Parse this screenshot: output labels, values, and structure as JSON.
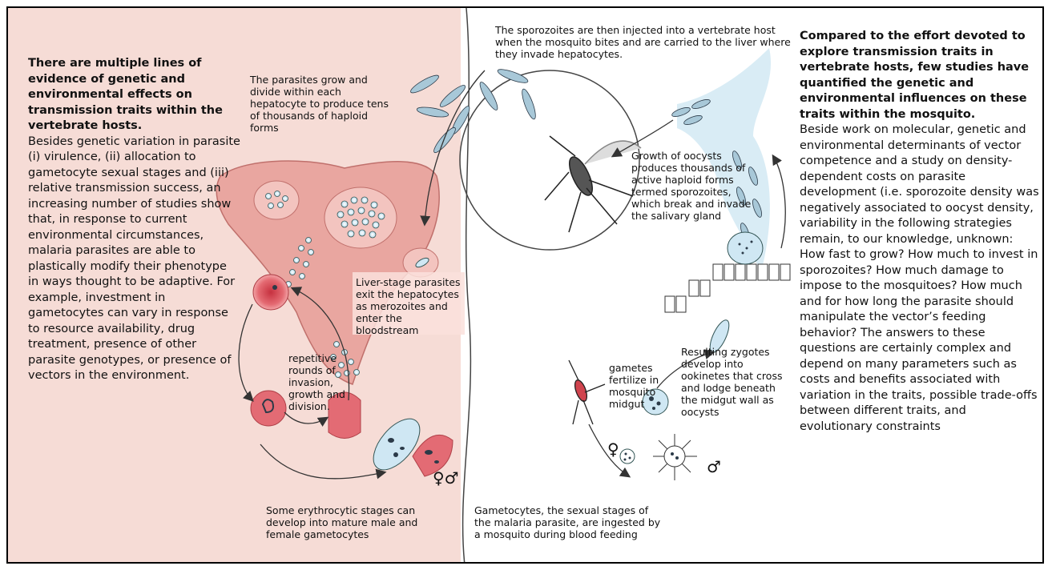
{
  "left_panel": {
    "heading": "There are multiple lines of evidence of genetic and environmental effects on transmission traits within the vertebrate hosts.",
    "body": "Besides genetic variation in parasite (i) virulence, (ii) allocation to gametocyte sexual stages and (iii) relative transmission success, an increasing number of studies show that, in response to current environmental circumstances, malaria parasites are able to plastically modify their phenotype in ways thought to be adaptive. For example, investment in gametocytes can vary in response to resource availability, drug treatment, presence of other parasite genotypes, or presence of vectors in the environment."
  },
  "right_panel": {
    "heading": "Compared to the effort devoted to explore transmission traits in vertebrate hosts, few studies have quantified the genetic and environmental influences on these traits within the mosquito.",
    "body": "Beside work on molecular, genetic and environmental determinants of vector competence and a study on density-dependent costs on parasite development (i.e. sporozoite density was negatively associated to oocyst density, variability in the following strategies remain, to our knowledge, unknown: How fast to grow? How much to invest in sporozoites? How much damage to impose to the mosquitoes? How much and for how long the parasite should manipulate the vector’s feeding behavior? The answers to these questions are certainly complex and depend on many parameters such as costs and benefits associated with variation in the traits, possible trade-offs between different traits, and evolutionary constraints"
  },
  "diagram_labels": {
    "sporozoites_injected": "The sporozoites are then injected into a vertebrate host when the mosquito bites and are carried to the liver where they invade hepatocytes.",
    "parasites_grow": "The parasites grow and divide within each hepatocyte to produce tens of thousands of haploid forms",
    "oocyst_growth": "Growth of oocysts produces thousands of active haploid forms termed sporozoites, which break and invade the salivary gland",
    "liver_stage": "Liver-stage parasites exit the hepatocytes as merozoites and enter the bloodstream",
    "repetitive_rounds": "repetitive rounds of invasion, growth and division.",
    "gametes_fertilize": "gametes fertilize in mosquito midgut",
    "zygotes_develop": "Resulting zygotes develop into ookinetes that cross and lodge beneath the midgut wall as oocysts",
    "erythrocytic_stages": "Some erythrocytic stages can develop into mature male and female gametocytes",
    "gametocytes_ingested": "Gametocytes, the sexual stages of the malaria parasite, are ingested by a mosquito during blood feeding",
    "sex_symbols_left": "♀♂",
    "female_symbol": "♀",
    "male_symbol": "♂"
  },
  "colors": {
    "pink_background": "#f6dcd6",
    "liver": "#e9a6a0",
    "sporozoite": "#a8c8d8",
    "parasite_dark": "#2b3a48",
    "mosquito_saliva_spray": "#cfe7f3",
    "blood": "#d0444e"
  }
}
